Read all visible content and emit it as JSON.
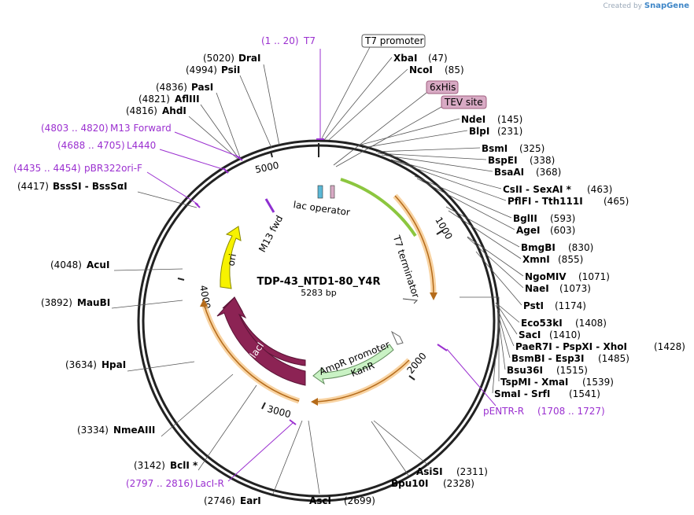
{
  "credit": {
    "prefix": "Created by",
    "brand": "SnapGene"
  },
  "plasmid": {
    "name": "TDP-43_NTD1-80_Y4R",
    "size": "5283 bp"
  },
  "ticks": [
    "1000",
    "2000",
    "3000",
    "4000",
    "5000"
  ],
  "boxed_labels": [
    "T7 promoter",
    "6xHis",
    "TEV site"
  ],
  "features": {
    "lac_operator": "lac operator",
    "m13_fwd": "M13 fwd",
    "t7_terminator": "T7 terminator",
    "ampr_promoter": "AmpR promoter",
    "kanr": "KanR",
    "laci": "lacI",
    "ori": "ori"
  },
  "colors": {
    "yellow_ori": "#f7f200",
    "laci": "#8c2354",
    "kanr": "#c9f2c4",
    "orange_arrow": "#f5a623",
    "primer_purple": "#9b30d0",
    "tag_pink": "#d8aac4"
  },
  "sites_right": [
    {
      "name": "XbaI",
      "pos": "(47)"
    },
    {
      "name": "NcoI",
      "pos": "(85)"
    },
    {
      "name": "NdeI",
      "pos": "(145)"
    },
    {
      "name": "BlpI",
      "pos": "(231)"
    },
    {
      "name": "BsmI",
      "pos": "(325)"
    },
    {
      "name": "BspEI",
      "pos": "(338)"
    },
    {
      "name": "BsaAI",
      "pos": "(368)"
    },
    {
      "name": "CsII  -  SexAI *",
      "pos": "(463)"
    },
    {
      "name": "PflFI  -  Tth111I",
      "pos": "(465)"
    },
    {
      "name": "BglII",
      "pos": "(593)"
    },
    {
      "name": "AgeI",
      "pos": "(603)"
    },
    {
      "name": "BmgBI",
      "pos": "(830)"
    },
    {
      "name": "XmnI",
      "pos": "(855)"
    },
    {
      "name": "NgoMIV",
      "pos": "(1071)"
    },
    {
      "name": "NaeI",
      "pos": "(1073)"
    },
    {
      "name": "PstI",
      "pos": "(1174)"
    },
    {
      "name": "Eco53kI",
      "pos": "(1408)"
    },
    {
      "name": "SacI",
      "pos": "(1410)"
    },
    {
      "name": "PaeR7I  -  PspXI  -  XhoI",
      "pos": "(1428)"
    },
    {
      "name": "BsmBI  -  Esp3I",
      "pos": "(1485)"
    },
    {
      "name": "Bsu36I",
      "pos": "(1515)"
    },
    {
      "name": "TspMI  -  XmaI",
      "pos": "(1539)"
    },
    {
      "name": "SmaI  -  SrfI",
      "pos": "(1541)"
    }
  ],
  "sites_left": [
    {
      "name": "DraI",
      "pos": "(5020)"
    },
    {
      "name": "PsiI",
      "pos": "(4994)"
    },
    {
      "name": "PasI",
      "pos": "(4836)"
    },
    {
      "name": "AflIII",
      "pos": "(4821)"
    },
    {
      "name": "AhdI",
      "pos": "(4816)"
    },
    {
      "name": "BssSI  -  BssSαI",
      "pos": "(4417)"
    },
    {
      "name": "AcuI",
      "pos": "(4048)"
    },
    {
      "name": "MauBI",
      "pos": "(3892)"
    },
    {
      "name": "HpaI",
      "pos": "(3634)"
    },
    {
      "name": "NmeAIII",
      "pos": "(3334)"
    },
    {
      "name": "BclI *",
      "pos": "(3142)"
    }
  ],
  "sites_bottom": [
    {
      "name": "AsiSI",
      "pos": "(2311)"
    },
    {
      "name": "Bpu10I",
      "pos": "(2328)"
    },
    {
      "name": "AscI",
      "pos": "(2699)"
    },
    {
      "name": "EarI",
      "pos": "(2746)"
    }
  ],
  "primers": [
    {
      "name": "T7",
      "range": "(1 .. 20)"
    },
    {
      "name": "M13 Forward",
      "range": "(4803 .. 4820)"
    },
    {
      "name": "L4440",
      "range": "(4688 .. 4705)"
    },
    {
      "name": "pBR322ori-F",
      "range": "(4435 .. 4454)"
    },
    {
      "name": "pENTR-R",
      "range": "(1708 .. 1727)"
    },
    {
      "name": "LacI-R",
      "range": "(2797 .. 2816)"
    }
  ]
}
